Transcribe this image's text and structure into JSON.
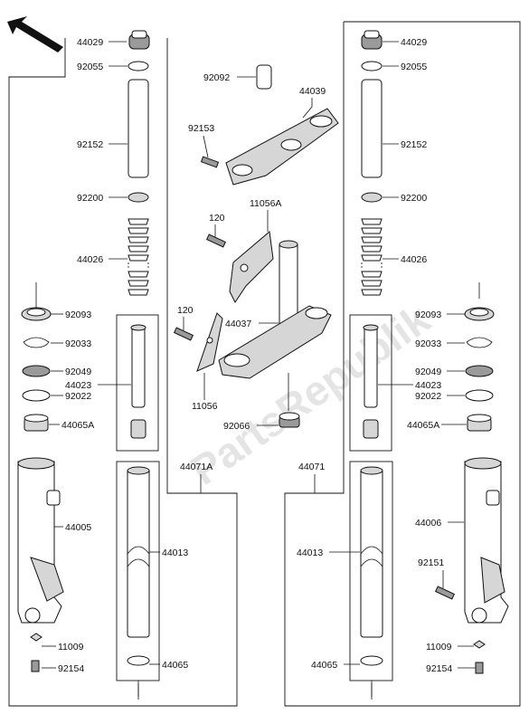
{
  "watermark": "PartsRepublik",
  "parts": {
    "p44029_l": "44029",
    "p92055_l": "92055",
    "p92152_l": "92152",
    "p92200_l": "92200",
    "p44026_l": "44026",
    "p92093_l": "92093",
    "p92033_l": "92033",
    "p92049_l": "92049",
    "p44023_l": "44023",
    "p92022_l": "92022",
    "p44065A_l": "44065A",
    "p44005": "44005",
    "p11009_l": "11009",
    "p92154_l": "92154",
    "p44071A": "44071A",
    "p44013_l": "44013",
    "p44065_l": "44065",
    "p92092": "92092",
    "p44039": "44039",
    "p92153": "92153",
    "p11056A": "11056A",
    "p120_a": "120",
    "p120_b": "120",
    "p44037": "44037",
    "p11056": "11056",
    "p92066": "92066",
    "p44029_r": "44029",
    "p92055_r": "92055",
    "p92152_r": "92152",
    "p92200_r": "92200",
    "p44026_r": "44026",
    "p92093_r": "92093",
    "p92033_r": "92033",
    "p92049_r": "92049",
    "p44023_r": "44023",
    "p92022_r": "92022",
    "p44065A_r": "44065A",
    "p44071": "44071",
    "p44013_r": "44013",
    "p44065_r": "44065",
    "p44006": "44006",
    "p92151": "92151",
    "p11009_r": "11009",
    "p92154_r": "92154"
  }
}
